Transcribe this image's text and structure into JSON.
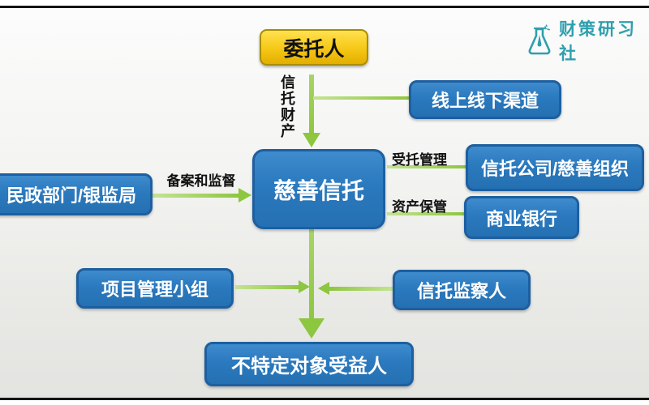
{
  "logo": {
    "text": "财策研习社",
    "icon": "flask-icon",
    "color": "#2f9fad"
  },
  "nodes": {
    "principal": {
      "label": "委托人"
    },
    "channel": {
      "label": "线上线下渠道"
    },
    "government": {
      "label": "民政部门/银监局"
    },
    "trust": {
      "label": "慈善信托"
    },
    "company": {
      "label": "信托公司/慈善组织"
    },
    "bank": {
      "label": "商业银行"
    },
    "team": {
      "label": "项目管理小组"
    },
    "supervisor": {
      "label": "信托监察人"
    },
    "beneficiary": {
      "label": "不特定对象受益人"
    }
  },
  "edges": {
    "trust_property": {
      "label": "信托财产"
    },
    "register": {
      "label": "备案和监督"
    },
    "management": {
      "label": "受托管理"
    },
    "custody": {
      "label": "资产保管"
    }
  },
  "colors": {
    "box_blue": "#2b79be",
    "box_blue_border": "#1d5fa0",
    "box_gold": "#f6c716",
    "arrow_green": "#8dc63f",
    "logo_teal": "#2f9fad"
  }
}
